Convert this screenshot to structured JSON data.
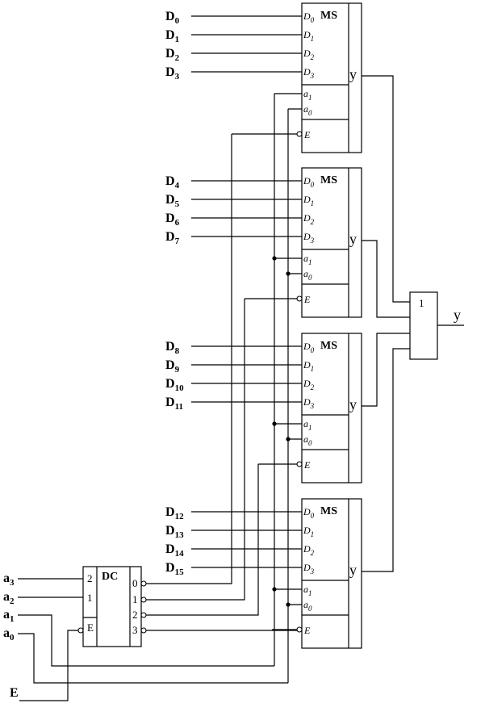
{
  "multiplexers": [
    {
      "header": "MS",
      "output": "y",
      "inputs": [
        [
          "D",
          "0"
        ],
        [
          "D",
          "1"
        ],
        [
          "D",
          "2"
        ],
        [
          "D",
          "3"
        ]
      ]
    },
    {
      "header": "MS",
      "output": "y",
      "inputs": [
        [
          "D",
          "4"
        ],
        [
          "D",
          "5"
        ],
        [
          "D",
          "6"
        ],
        [
          "D",
          "7"
        ]
      ]
    },
    {
      "header": "MS",
      "output": "y",
      "inputs": [
        [
          "D",
          "8"
        ],
        [
          "D",
          "9"
        ],
        [
          "D",
          "10"
        ],
        [
          "D",
          "11"
        ]
      ]
    },
    {
      "header": "MS",
      "output": "y",
      "inputs": [
        [
          "D",
          "12"
        ],
        [
          "D",
          "13"
        ],
        [
          "D",
          "14"
        ],
        [
          "D",
          "15"
        ]
      ]
    }
  ],
  "mux_pins": {
    "data": [
      [
        "D",
        "0"
      ],
      [
        "D",
        "1"
      ],
      [
        "D",
        "2"
      ],
      [
        "D",
        "3"
      ]
    ],
    "address": [
      [
        "a",
        "1"
      ],
      [
        "a",
        "0"
      ]
    ],
    "enable": "E"
  },
  "or_gate": {
    "label": "1",
    "output": "y"
  },
  "decoder": {
    "header": "DC",
    "inputs": [
      "2",
      "1"
    ],
    "enable": "E",
    "outputs": [
      "0",
      "1",
      "2",
      "3"
    ]
  },
  "external_inputs": [
    [
      "a",
      "3"
    ],
    [
      "a",
      "2"
    ],
    [
      "a",
      "1"
    ],
    [
      "a",
      "0"
    ]
  ],
  "enable_input": "E"
}
